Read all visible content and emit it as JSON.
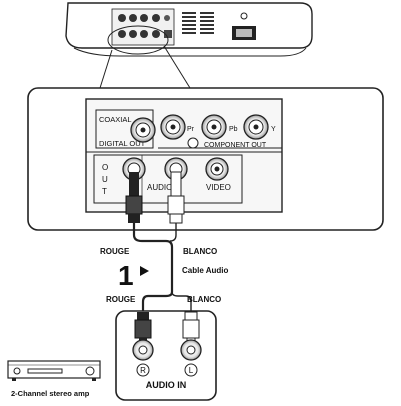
{
  "panel": {
    "coaxial": "COAXIAL",
    "digital_out": "DIGITAL OUT",
    "pr": "Pr",
    "pb": "Pb",
    "y": "Y",
    "component_out": "COMPONENT OUT",
    "out_letters": [
      "O",
      "U",
      "T"
    ],
    "audio": "AUDIO",
    "video": "VIDEO"
  },
  "cable": {
    "top_left_label": "ROUGE",
    "top_right_label": "BLANCO",
    "step_number": "1",
    "caption": "Cable Audio",
    "bottom_left_label": "ROUGE",
    "bottom_right_label": "BLANCO"
  },
  "amp_input": {
    "right_symbol": "R",
    "left_symbol": "L",
    "label": "AUDIO IN"
  },
  "amp": {
    "label": "2-Channel stereo amp"
  }
}
